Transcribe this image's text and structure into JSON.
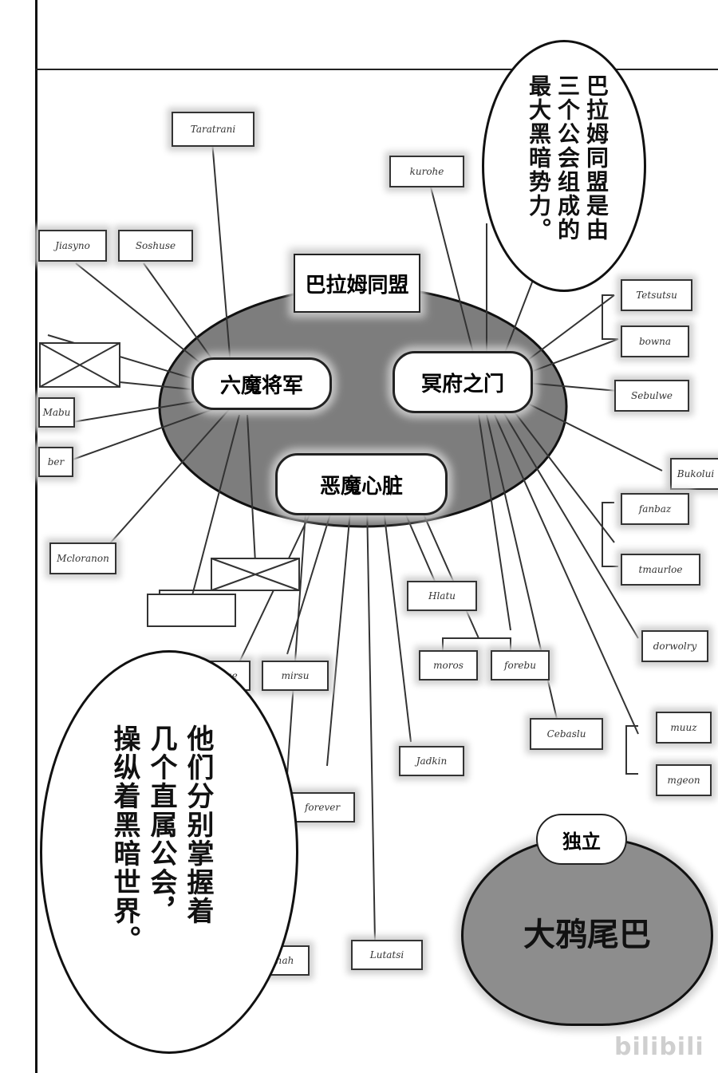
{
  "speech_bubbles": {
    "top": "巴拉姆同盟是由\n三个公会组成的\n最大黑暗势力。",
    "bottom": "他们分别掌握着\n几个直属公会，\n操纵着黑暗世界。"
  },
  "diagram": {
    "alliance_title": "巴拉姆同盟",
    "guilds": {
      "rokuma": "六魔将军",
      "meifu": "冥府之门",
      "akuma": "恶魔心脏"
    },
    "independent": {
      "label": "独立",
      "name": "大鸦尾巴"
    },
    "sub_guild_tags": [
      "Taratrani",
      "kurohe",
      "Jiasyno",
      "Soshuse",
      "Tetsutsu",
      "bowna",
      "Sebulwe",
      "Bukolui",
      "fanbaz",
      "tmaurloe",
      "dorwolry",
      "muuz",
      "mgeon",
      "Cebaslu",
      "Hlatu",
      "moros",
      "forebu",
      "Mcloranon",
      "suebue",
      "mirsu",
      "Jadkin",
      "forever",
      "Shah",
      "Lutatsi",
      "Mabu",
      "ber"
    ]
  },
  "watermark": "bilibili"
}
